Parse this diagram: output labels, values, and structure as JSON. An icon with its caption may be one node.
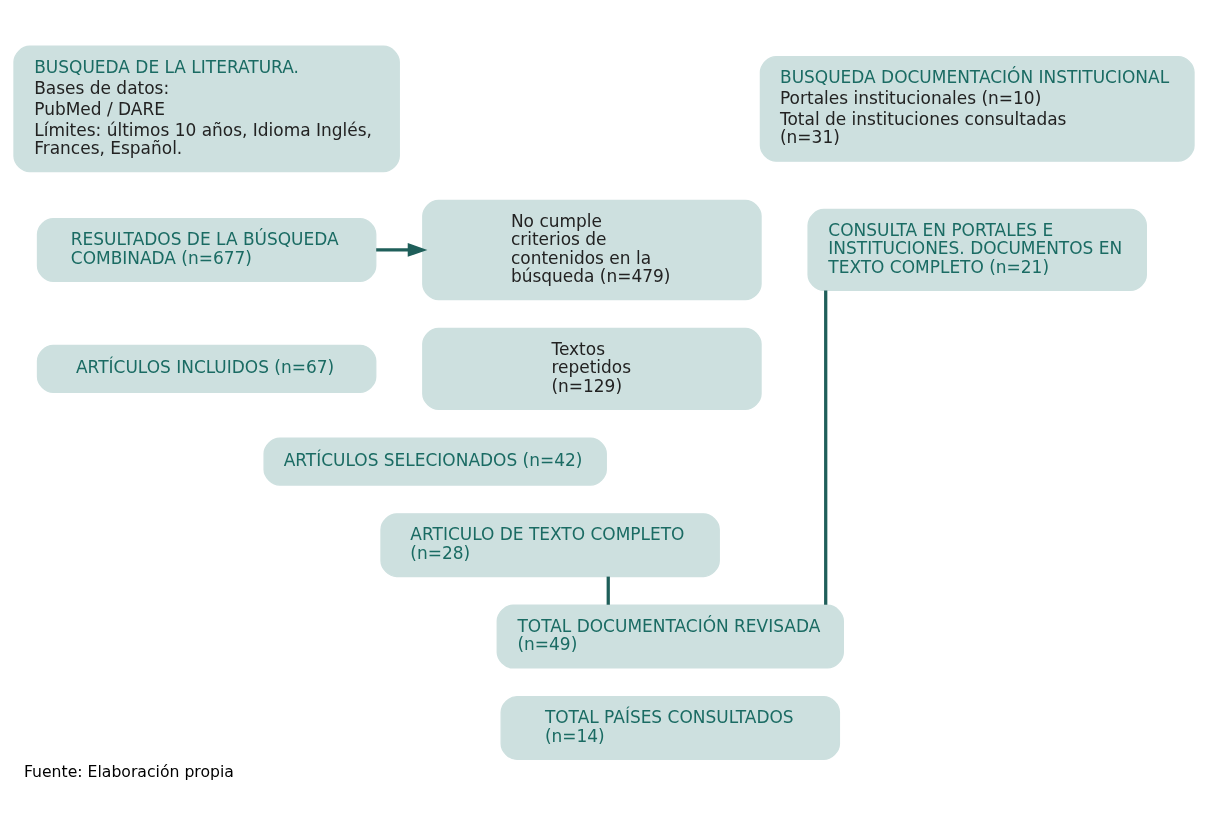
{
  "diagram": {
    "caption": "Fuente: Elaboración propia",
    "nodes": [
      {
        "text": [
          "BUSQUEDA DE LA LITERATURA.",
          "Bases de datos:",
          "PubMed / DARE",
          "Límites: últimos 10 años, Idioma Inglés, Frances, Español."
        ]
      },
      {
        "text": [
          "RESULTADOS DE LA BÚSQUEDA COMBINADA (n=677)"
        ]
      },
      {
        "text": [
          "ARTÍCULOS INCLUIDOS (n=67)"
        ]
      },
      {
        "text": [
          "ARTÍCULOS SELECIONADOS (n=42)"
        ]
      },
      {
        "text": [
          "ARTICULO DE TEXTO COMPLETO (n=28)"
        ]
      },
      {
        "text": [
          "No cumple criterios de contenidos en la búsqueda (n=479)"
        ]
      },
      {
        "text": [
          "Textos repetidos (n=129)"
        ]
      },
      {
        "text": [
          "BUSQUEDA DOCUMENTACIÓN INSTITUCIONAL",
          "Portales institucionales (n=10)",
          "Total de instituciones consultadas (n=31)"
        ]
      },
      {
        "text": [
          "CONSULTA EN PORTALES E INSTITUCIONES. DOCUMENTOS EN TEXTO COMPLETO (n=21)"
        ]
      },
      {
        "text": [
          "TOTAL DOCUMENTACIÓN REVISADA (n=49)"
        ]
      },
      {
        "text": [
          "TOTAL PAÍSES CONSULTADOS (n=14)"
        ]
      }
    ],
    "edges": [
      {
        "from": 1,
        "to": 5,
        "arrow": "to"
      },
      {
        "from": 4,
        "to": 9,
        "arrow": "none"
      },
      {
        "from": 8,
        "to": 9,
        "arrow": "none"
      }
    ]
  }
}
